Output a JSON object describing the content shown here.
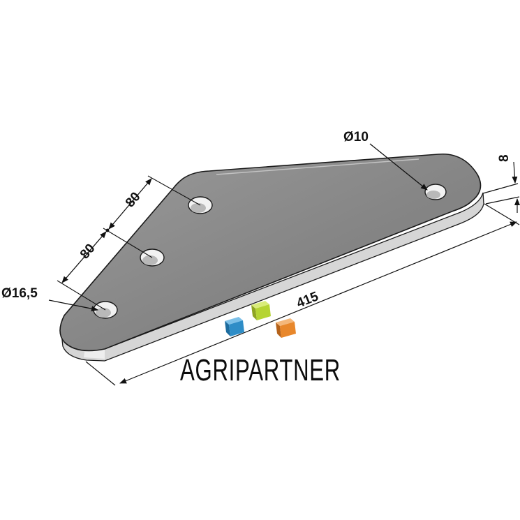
{
  "drawing": {
    "hole_small_label": "Ø10",
    "hole_large_label": "Ø16,5",
    "spacing_upper_label": "80",
    "spacing_lower_label": "80",
    "length_label": "415",
    "thickness_label": "8"
  },
  "logo": {
    "brand_name": "AGRIPARTNER",
    "cube_colors": [
      "#b5d433",
      "#2e8dc7",
      "#e8872b"
    ]
  },
  "colors": {
    "plate_top": "#8c8c8c",
    "plate_edge": "#d9d9d9",
    "outline": "#1a1a1a"
  }
}
